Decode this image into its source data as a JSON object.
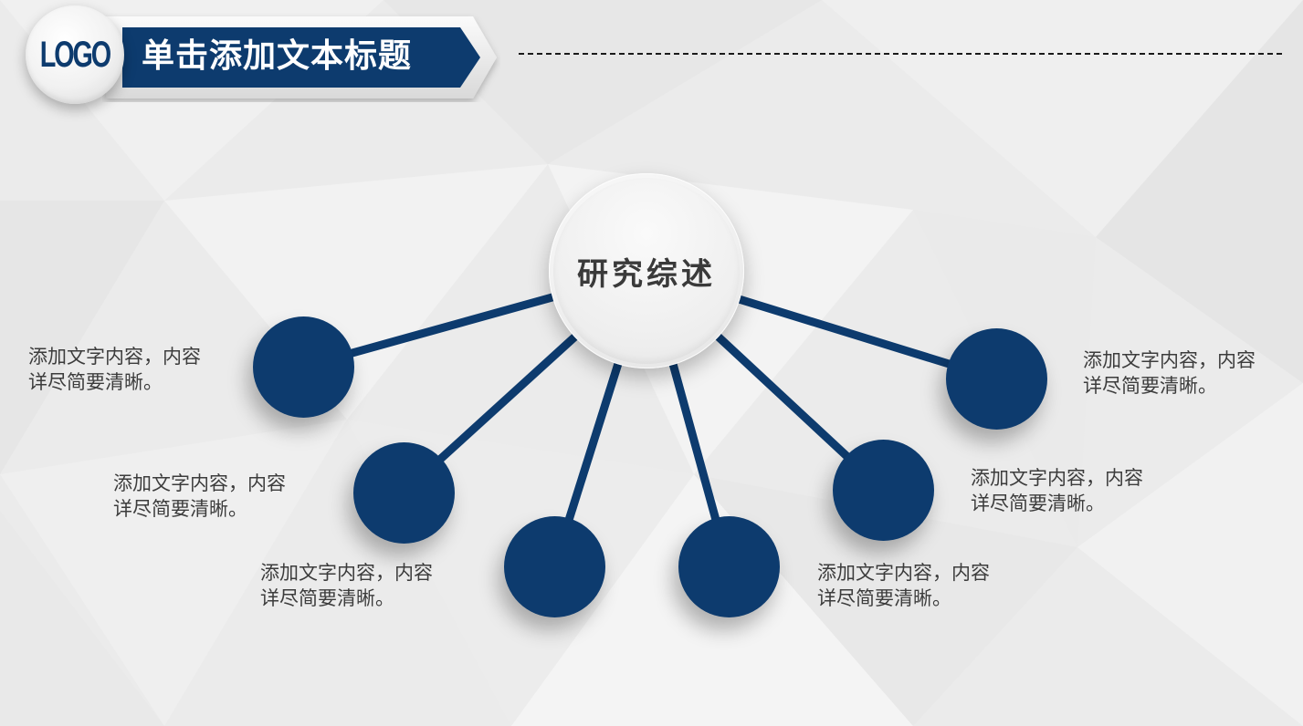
{
  "header": {
    "logo_text": "LOGO",
    "title": "单击添加文本标题"
  },
  "colors": {
    "primary_navy": "#0d3b6e",
    "background": "#ececec",
    "text_gray": "#3c3c3c",
    "center_text": "#3a3a3a"
  },
  "center": {
    "label": "研究综述"
  },
  "nodes": [
    {
      "line1": "添加文字内容，内容",
      "line2": "详尽简要清晰。"
    },
    {
      "line1": "添加文字内容，内容",
      "line2": "详尽简要清晰。"
    },
    {
      "line1": "添加文字内容，内容",
      "line2": "详尽简要清晰。"
    },
    {
      "line1": "添加文字内容，内容",
      "line2": "详尽简要清晰。"
    },
    {
      "line1": "添加文字内容，内容",
      "line2": "详尽简要清晰。"
    },
    {
      "line1": "添加文字内容，内容",
      "line2": "详尽简要清晰。"
    }
  ]
}
